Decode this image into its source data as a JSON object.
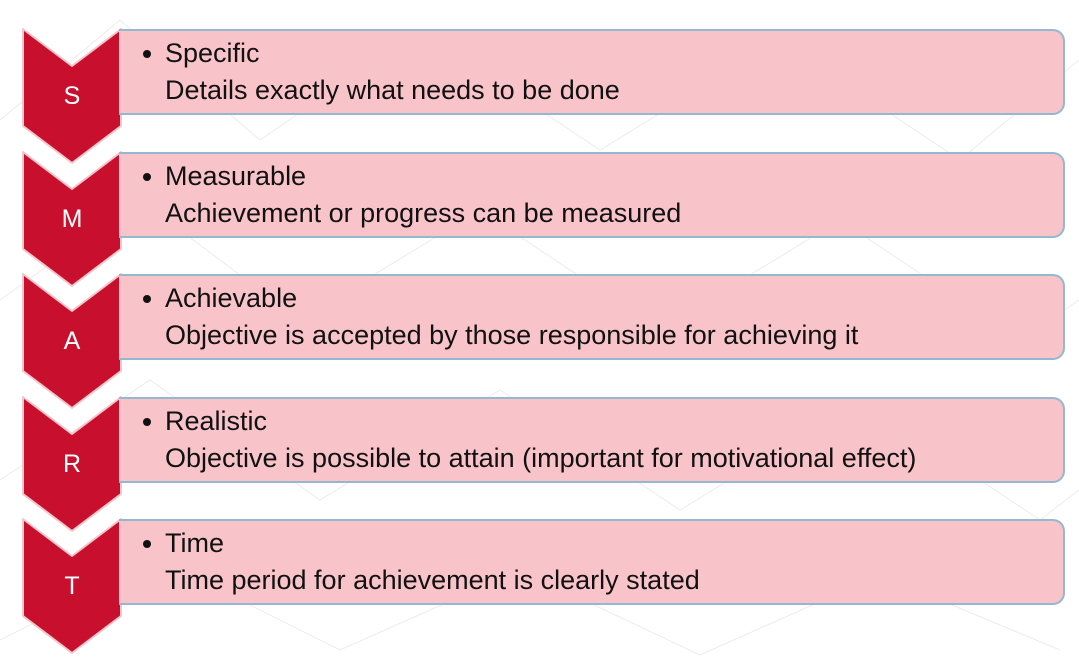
{
  "colors": {
    "chevron_fill": "#c8102e",
    "chevron_stroke": "#f2c6cb",
    "box_fill": "#f8c4c9",
    "box_border": "#93b8cf",
    "text": "#111111"
  },
  "items": [
    {
      "letter": "S",
      "term": "Specific",
      "description": "Details exactly what needs to be done"
    },
    {
      "letter": "M",
      "term": "Measurable",
      "description": "Achievement or progress can be measured"
    },
    {
      "letter": "A",
      "term": "Achievable",
      "description": "Objective is accepted by those responsible for achieving it"
    },
    {
      "letter": "R",
      "term": "Realistic",
      "description": "Objective is possible to attain (important for motivational effect)"
    },
    {
      "letter": "T",
      "term": "Time",
      "description": "Time period for achievement is clearly stated"
    }
  ]
}
